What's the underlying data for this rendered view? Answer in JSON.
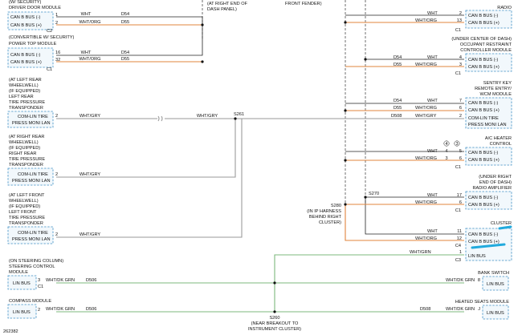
{
  "left": {
    "driver_door": {
      "title": [
        "(W/ SECURITY)",
        "DRIVER DOOR MODULE"
      ],
      "pins": [
        "CAN B BUS (-)",
        "CAN B BUS (+)"
      ],
      "pin_nums": [
        "1",
        "2"
      ],
      "conn": "C2"
    },
    "power_top": {
      "title": [
        "(CONVERTIBLE W/ SECURITY)",
        "POWER TOP MODULE"
      ],
      "pins": [
        "CAN B BUS (-)",
        "CAN B BUS (+)"
      ],
      "pin_nums": [
        "16",
        "32"
      ],
      "conn": "C1"
    },
    "left_rear_tpm": {
      "title": [
        "(AT LEFT REAR",
        "WHEELWELL)",
        "(IF EQUIPPED)",
        "LEFT REAR",
        "TIRE PRESSURE",
        "TRANSPONDER"
      ],
      "pin": [
        "COM-LIN TIRE",
        "PRESS MONI LAN"
      ],
      "pin_num": "2"
    },
    "right_rear_tpm": {
      "title": [
        "(AT RIGHT REAR",
        "WHEELWELL)",
        "(IF EQUIPPED)",
        "RIGHT REAR",
        "TIRE PRESSURE",
        "TRANSPONDER"
      ],
      "pin": [
        "COM-LIN TIRE",
        "PRESS MONI LAN"
      ],
      "pin_num": "2"
    },
    "left_front_tpm": {
      "title": [
        "(AT LEFT FRONT",
        "WHEELWELL)",
        "(IF EQUIPPED)",
        "LEFT FRONT",
        "TIRE PRESSURE",
        "TRANSPONDER"
      ],
      "pin": [
        "COM-LIN TIRE",
        "PRESS MONI LAN"
      ],
      "pin_num": "2"
    },
    "steering": {
      "title": [
        "(ON STEERING COLUMN)",
        "STEERING CONTROL",
        "MODULE"
      ],
      "pin": "LIN BUS",
      "pin_num": "3",
      "conn": "C1"
    },
    "compass": {
      "title": "COMPASS MODULE",
      "pin": "LIN BUS",
      "pin_num": "2"
    }
  },
  "top_labels": {
    "left": [
      "(AT RIGHT END OF",
      "DASH PANEL)"
    ],
    "right": "FRONT FENDER)"
  },
  "wires": {
    "wht": "WHT",
    "wht_org": "WHT/ORG",
    "wht_gry": "WHT/GRY",
    "wht_grn": "WHT/GRN",
    "wht_dk_grn": "WHT/DK GRN",
    "d54": "D54",
    "d55": "D55",
    "d506": "D506",
    "d508": "D508"
  },
  "splices": {
    "s261": "S261",
    "s270": "S270",
    "s280": {
      "name": "S280",
      "desc": [
        "(IN IP HARNESS",
        "BEHIND RIGHT",
        "CLUSTER)"
      ]
    },
    "s260": {
      "name": "S260",
      "desc": [
        "(NEAR BREAKOUT TO",
        "INSTRUMENT CLUSTER)"
      ]
    }
  },
  "right": {
    "radio": {
      "title": [
        "RADIO"
      ],
      "pins": [
        "CAN B BUS (-)",
        "CAN B BUS (+)"
      ],
      "pin_nums": [
        "2",
        "13"
      ],
      "conn": "C1"
    },
    "orc": {
      "title": [
        "(UNDER CENTER OF DASH)",
        "OCCUPANT RESTRAINT",
        "CONTROLLER MODULE"
      ],
      "pins": [
        "CAN B BUS (-)",
        "CAN B BUS (+)"
      ],
      "pin_nums": [
        "4",
        "3"
      ],
      "conn": "C1"
    },
    "wcm": {
      "title": [
        "SENTRY KEY",
        "REMOTE ENTRY/",
        "WCM MODULE"
      ],
      "pins": [
        "CAN B BUS (-)",
        "CAN B BUS (+)",
        "COM-LIN TIRE",
        "PRESS MONI LAN"
      ],
      "pin_nums": [
        "7",
        "6",
        "2"
      ]
    },
    "hvac": {
      "title": [
        "A/C HEATER",
        "CONTROL"
      ],
      "pins": [
        "CAN B BUS (-)",
        "CAN B BUS (+)"
      ],
      "pin_nums": [
        "5",
        "6"
      ],
      "alt_nums": [
        "4",
        "3"
      ],
      "conn": "C1"
    },
    "amp": {
      "title": [
        "(UNDER RIGHT",
        "END OF DASH)",
        "RADIO AMPLIFIER"
      ],
      "pins": [
        "CAN B BUS (-)",
        "CAN B BUS (+)"
      ],
      "pin_nums": [
        "17",
        "6"
      ],
      "conn": "C1"
    },
    "cluster": {
      "title": [
        "CLUSTER"
      ],
      "pins": [
        "CAN B BUS (-)",
        "CAN B BUS (+)",
        "LIN BUS"
      ],
      "pin_nums": [
        "11",
        "12",
        "1"
      ],
      "conns": [
        "C4",
        "C3"
      ]
    },
    "bank_switch": {
      "title": "BANK SWITCH",
      "pin": "LIN BUS",
      "pin_num": "8"
    },
    "heated_seats": {
      "title": "HEATED SEATS MODULE",
      "pin": "LIN BUS",
      "pin_num": "J"
    }
  },
  "figure_id": "262382"
}
